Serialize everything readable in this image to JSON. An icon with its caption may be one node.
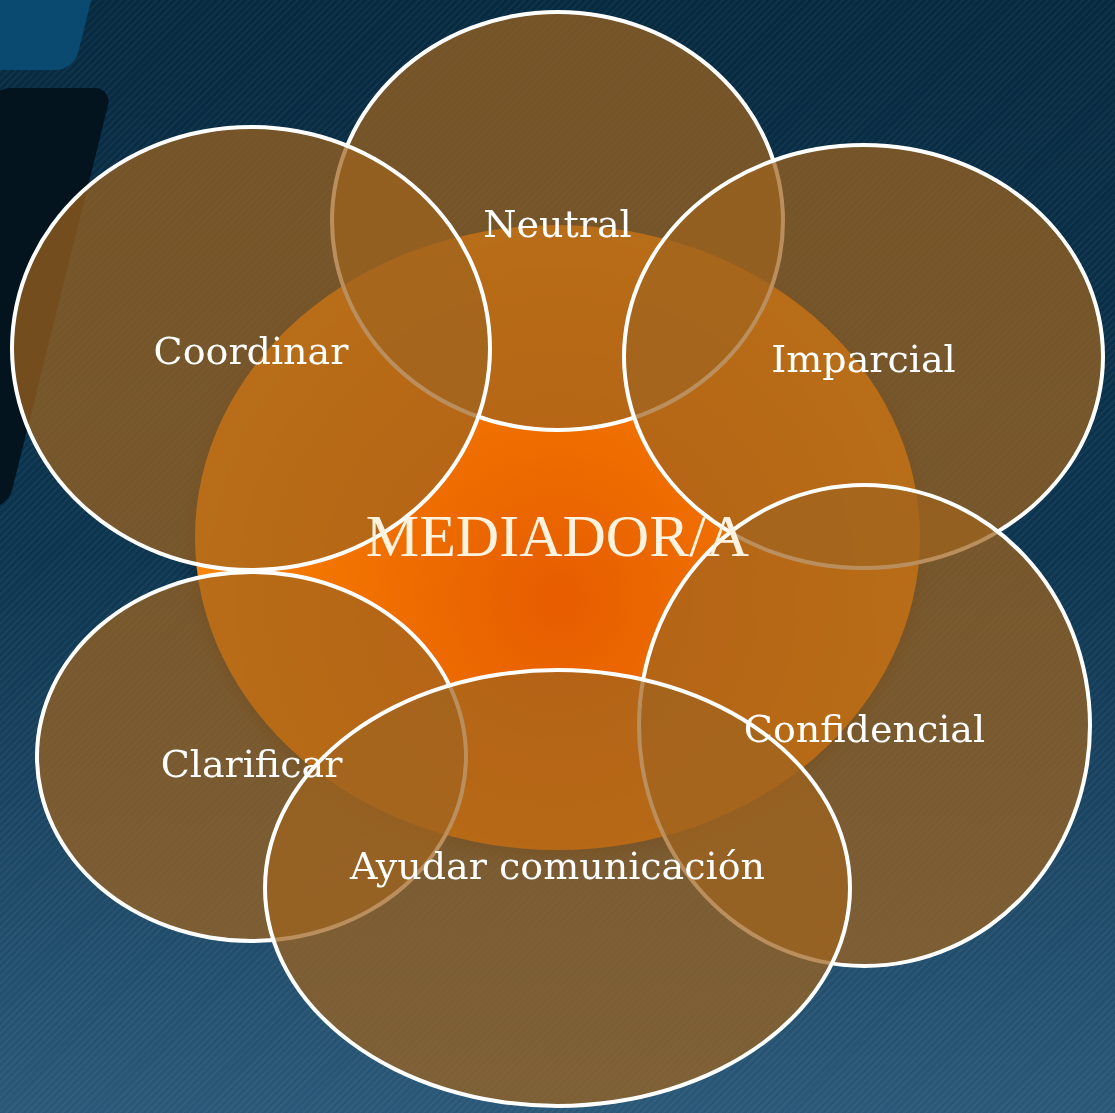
{
  "diagram": {
    "nodes": [
      {
        "text": [
          "Neutral"
        ]
      },
      {
        "text": [
          "Coordinar"
        ]
      },
      {
        "text": [
          "Imparcial"
        ]
      },
      {
        "text": [
          "MEDIADOR/A"
        ]
      },
      {
        "text": [
          "Confidencial"
        ]
      },
      {
        "text": [
          "Clarificar"
        ]
      },
      {
        "text": [
          "Ayudar comunicación"
        ]
      }
    ]
  }
}
